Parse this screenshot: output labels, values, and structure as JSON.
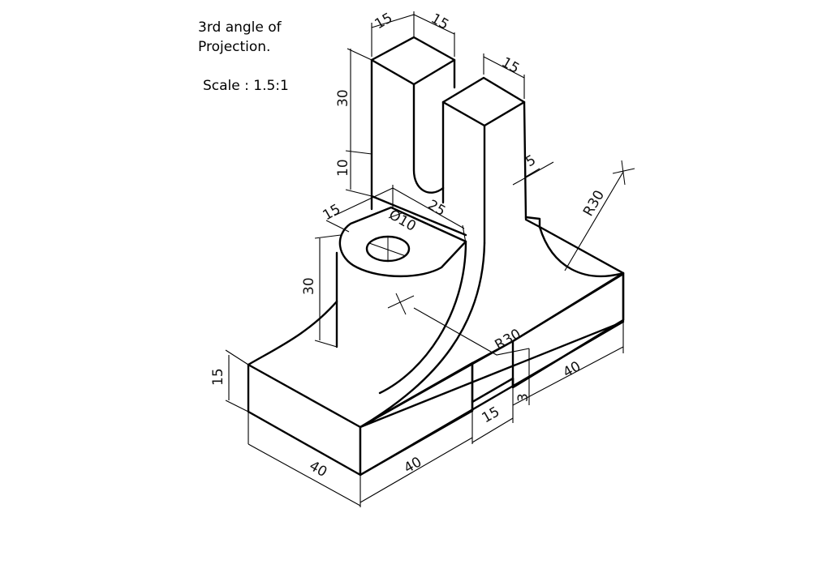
{
  "notes": {
    "projection": [
      "3rd angle of",
      "Projection."
    ],
    "scale": "Scale : 1.5:1"
  },
  "dimensions": {
    "top_width_left": "15",
    "top_width_right": "15",
    "front_pillar_width": "15",
    "pillar_height": "30",
    "slot_height": "10",
    "right_step": "5",
    "radius_right": "R30",
    "boss_offset": "15",
    "slot_length": "25",
    "hole_diameter": "Ø10",
    "boss_height": "30",
    "radius_center": "R30",
    "base_height": "15",
    "base_depth": "40",
    "base_front_width": "40",
    "groove_width": "15",
    "groove_depth": "3",
    "base_right_width": "40"
  }
}
